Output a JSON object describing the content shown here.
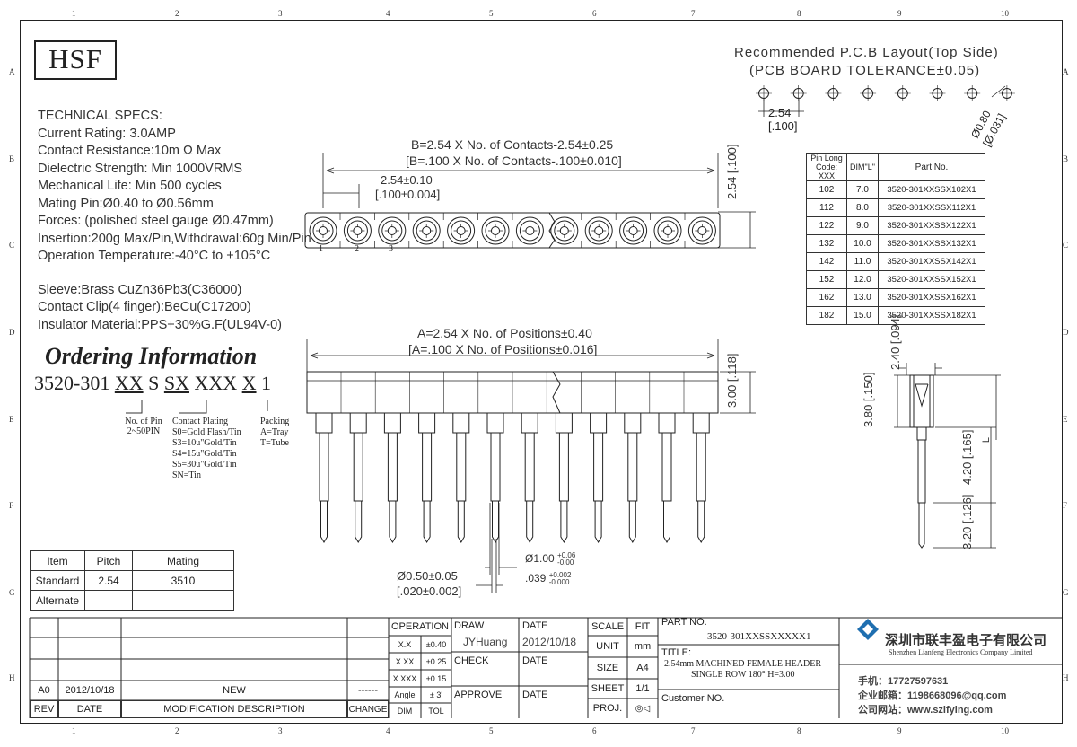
{
  "zones": {
    "columns": [
      "1",
      "2",
      "3",
      "4",
      "5",
      "6",
      "7",
      "8",
      "9",
      "10"
    ],
    "rows": [
      "A",
      "B",
      "C",
      "D",
      "E",
      "F",
      "G",
      "H"
    ]
  },
  "logo": "HSF",
  "specs": {
    "title": "TECHNICAL SPECS:",
    "lines": [
      "Current Rating: 3.0AMP",
      "Contact Resistance:10m Ω Max",
      "Dielectric Strength: Min 1000VRMS",
      "Mechanical Life: Min 500 cycles",
      "Mating Pin:Ø0.40 to Ø0.56mm",
      "Forces: (polished steel gauge Ø0.47mm)",
      "Insertion:200g Max/Pin,Withdrawal:60g Min/Pin",
      "Operation Temperature:-40°C to +105°C"
    ],
    "materials": [
      "Sleeve:Brass CuZn36Pb3(C36000)",
      "Contact Clip(4 finger):BeCu(C17200)",
      "Insulator Material:PPS+30%G.F(UL94V-0)"
    ]
  },
  "ordering": {
    "title": "Ordering Information",
    "code_prefix": "3520-301 ",
    "code_xx": "XX",
    "code_s": " S ",
    "code_sx": "SX",
    "code_xxx": " XXX ",
    "code_x": "X",
    "code_1": " 1",
    "pin_label": "No. of Pin",
    "pin_range": "2~50PIN",
    "plating_label": "Contact Plating",
    "plating_options": [
      "S0=Gold Flash/Tin",
      "S3=10u\"Gold/Tin",
      "S4=15u\"Gold/Tin",
      "S5=30u\"Gold/Tin",
      "SN=Tin"
    ],
    "packing_label": "Packing",
    "packing_options": [
      "A=Tray",
      "T=Tube"
    ]
  },
  "pcb": {
    "title_line1": "Recommended P.C.B Layout(Top Side)",
    "title_line2": "(PCB BOARD TOLERANCE±0.05)",
    "pitch": "2.54",
    "pitch_in": "[.100]",
    "hole": "Ø0.80",
    "hole_in": "[Ø.031]"
  },
  "top_view": {
    "dim_b1": "B=2.54 X No. of Contacts-2.54±0.25",
    "dim_b2": "[B=.100 X No. of Contacts-.100±0.010]",
    "pitch1": "2.54±0.10",
    "pitch2": "[.100±0.004]",
    "height": "2.54",
    "height_in": "[.100]",
    "pin_numbers": [
      "1",
      "2",
      "3"
    ]
  },
  "front_view": {
    "dim_a1": "A=2.54 X No. of Positions±0.40",
    "dim_a2": "[A=.100 X No. of Positions±0.016]",
    "height": "3.00",
    "height_in": "[.118]",
    "d1": "Ø1.00",
    "d1_tol_up": "+0.06",
    "d1_tol_dn": "-0.00",
    "d1_in": ".039",
    "d1_in_up": "+0.002",
    "d1_in_dn": "-0.000",
    "d2": "Ø0.50±0.05",
    "d2_in": "[.020±0.002]"
  },
  "side_view": {
    "d240": "2.40",
    "d240_in": "[.094]",
    "d380": "3.80",
    "d380_in": "[.150]",
    "d420": "4.20",
    "d420_in": "[.165]",
    "d320": "3.20",
    "d320_in": "[.126]",
    "l_label": "L"
  },
  "part_table": {
    "headers": [
      "Pin Long Code: XXX",
      "DIM\"L\"",
      "Part No."
    ],
    "rows": [
      [
        "102",
        "7.0",
        "3520-301XXSSX102X1"
      ],
      [
        "112",
        "8.0",
        "3520-301XXSSX112X1"
      ],
      [
        "122",
        "9.0",
        "3520-301XXSSX122X1"
      ],
      [
        "132",
        "10.0",
        "3520-301XXSSX132X1"
      ],
      [
        "142",
        "11.0",
        "3520-301XXSSX142X1"
      ],
      [
        "152",
        "12.0",
        "3520-301XXSSX152X1"
      ],
      [
        "162",
        "13.0",
        "3520-301XXSSX162X1"
      ],
      [
        "182",
        "15.0",
        "3520-301XXSSX182X1"
      ]
    ]
  },
  "mating_table": {
    "headers": [
      "Item",
      "Pitch",
      "Mating"
    ],
    "rows": [
      [
        "Standard",
        "2.54",
        "3510"
      ],
      [
        "Alternate",
        "",
        ""
      ]
    ]
  },
  "title_block": {
    "rev_row": [
      "A0",
      "2012/10/18",
      "NEW",
      "------"
    ],
    "rev_headers": [
      "REV",
      "DATE",
      "MODIFICATION DESCRIPTION",
      "CHANGE"
    ],
    "operation": "OPERATION",
    "tolerances": [
      [
        "X.X",
        "±0.40"
      ],
      [
        "X.XX",
        "±0.25"
      ],
      [
        "X.XXX",
        "±0.15"
      ],
      [
        "Angle",
        "± 3'"
      ]
    ],
    "dim_tol": [
      "DIM",
      "TOL"
    ],
    "draw": "DRAW",
    "drawer": "JYHuang",
    "check": "CHECK",
    "approve": "APPROVE",
    "date": "DATE",
    "draw_date": "2012/10/18",
    "scale": "SCALE",
    "fit": "FIT",
    "unit": "UNIT",
    "unit_val": "mm",
    "size": "SIZE",
    "size_val": "A4",
    "sheet": "SHEET",
    "sheet_val": "1/1",
    "proj": "PROJ.",
    "part_no_label": "PART NO.",
    "part_no": "3520-301XXSSXXXXX1",
    "title_label": "TITLE:",
    "title1": "2.54mm MACHINED FEMALE HEADER",
    "title2": "SINGLE ROW 180° H=3.00",
    "customer": "Customer NO.",
    "company_cn": "深圳市联丰盈电子有限公司",
    "company_en": "Shenzhen Lianfeng Electronics Company Limited",
    "phone": "手机：17727597631",
    "email": "企业邮箱：1198668096@qq.com",
    "website": "公司网站：www.szlfying.com"
  },
  "colors": {
    "accent": "#1f6fb0",
    "line": "#222222"
  }
}
